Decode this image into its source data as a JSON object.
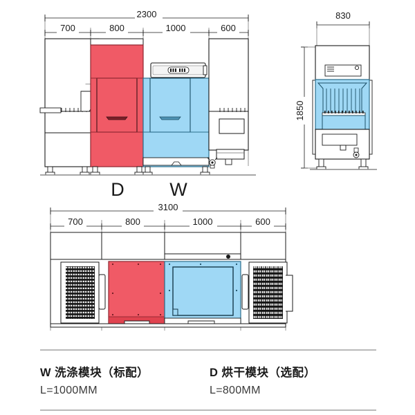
{
  "drawing": {
    "title_note": "commercial conveyor dishwasher dimensional drawing",
    "colors": {
      "wash_module": "#9FD8F5",
      "dry_module": "#F05A66",
      "wash_module_stroke": "#2b6f8c",
      "dry_module_stroke": "#8e2630",
      "line": "#1a1a1a",
      "thin_line": "#6a6a6a",
      "rack_dark": "#141414",
      "panel_fill": "#ffffff"
    }
  },
  "front_view": {
    "name": "front-elevation",
    "overall_dimension": "2300",
    "segments": [
      {
        "label": "700"
      },
      {
        "label": "800"
      },
      {
        "label": "1000"
      },
      {
        "label": "600"
      }
    ],
    "module_letters": [
      {
        "letter": "D"
      },
      {
        "letter": "W"
      }
    ]
  },
  "side_view": {
    "name": "side-elevation",
    "width_dimension": "830",
    "height_dimension": "1850"
  },
  "plan_view": {
    "name": "plan-view",
    "overall_dimension": "3100",
    "segments": [
      {
        "label": "700"
      },
      {
        "label": "800"
      },
      {
        "label": "1000"
      },
      {
        "label": "600"
      }
    ]
  },
  "legend": {
    "items": [
      {
        "code": "W",
        "title": "W 洗涤模块（标配）",
        "length": "L=1000MM"
      },
      {
        "code": "D",
        "title": "D 烘干模块（选配）",
        "length": "L=800MM"
      }
    ]
  }
}
